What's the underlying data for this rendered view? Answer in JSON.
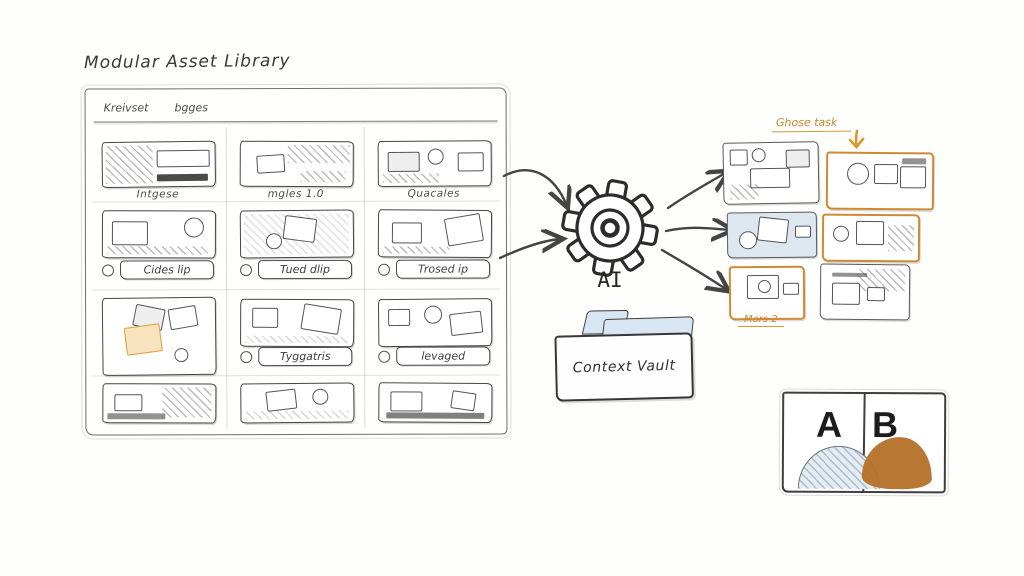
{
  "title": "Modular Asset Library",
  "library": {
    "header_left": "Kreivset",
    "header_right": "bgges",
    "row1_captions": [
      "Intgese",
      "mgles 1.0",
      "Quacales"
    ],
    "row2_buttons": [
      "Cides lip",
      "Tued dlip",
      "Trosed ip"
    ],
    "row3_buttons": [
      "Tyggatris",
      "levaged"
    ]
  },
  "ai_label": "AI",
  "vault_label": "Context Vault",
  "outputs": {
    "annotation": "Ghose task",
    "variant_caption": "Mars 2"
  },
  "ab_test": {
    "left": "A",
    "right": "B"
  },
  "colors": {
    "ink": "#3f3f3f",
    "accent_orange": "#cf8a33",
    "light_blue": "#d9e4ee",
    "brown": "#b5722c"
  }
}
